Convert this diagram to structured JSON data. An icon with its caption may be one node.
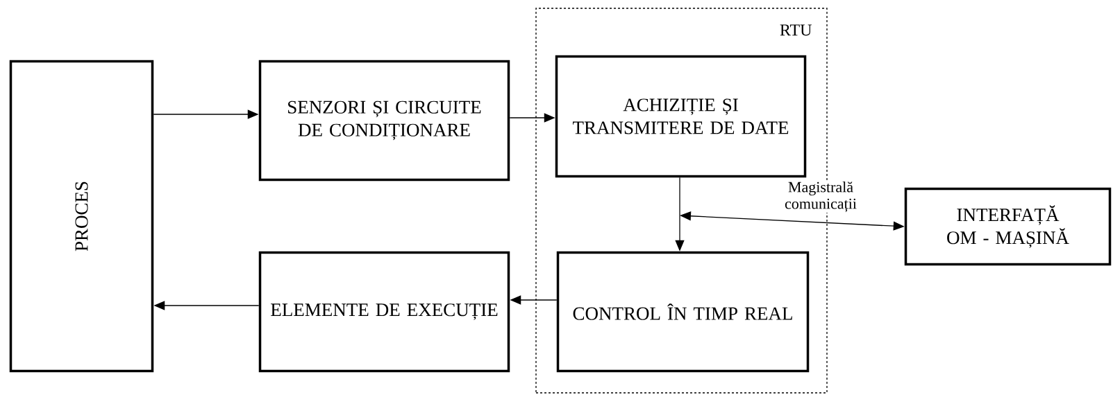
{
  "diagram": {
    "nodes": [
      {
        "text": [
          "PROCES"
        ]
      },
      {
        "text": [
          "SENZORI ȘI CIRCUITE DE CONDIȚIONARE"
        ]
      },
      {
        "text": [
          "RTU"
        ]
      },
      {
        "text": [
          "ACHIZIȚIE ȘI TRANSMITERE DE DATE"
        ],
        "in": 2
      },
      {
        "text": [
          "ELEMENTE DE EXECUȚIE"
        ]
      },
      {
        "text": [
          "CONTROL ÎN TIMP REAL"
        ],
        "in": 2
      },
      {
        "text": [
          "INTERFAȚĂ OM - MAȘINĂ"
        ]
      }
    ],
    "edges": [
      {
        "from": 0,
        "to": 1,
        "arrow": "to"
      },
      {
        "from": 1,
        "to": 3,
        "arrow": "to"
      },
      {
        "from": 3,
        "to": 5,
        "arrow": "to"
      },
      {
        "from": null,
        "to": 6,
        "arrow": "both",
        "label": "Magistrală comunicații"
      },
      {
        "from": 5,
        "to": 4,
        "arrow": "to"
      },
      {
        "from": 4,
        "to": 0,
        "arrow": "to"
      }
    ]
  }
}
